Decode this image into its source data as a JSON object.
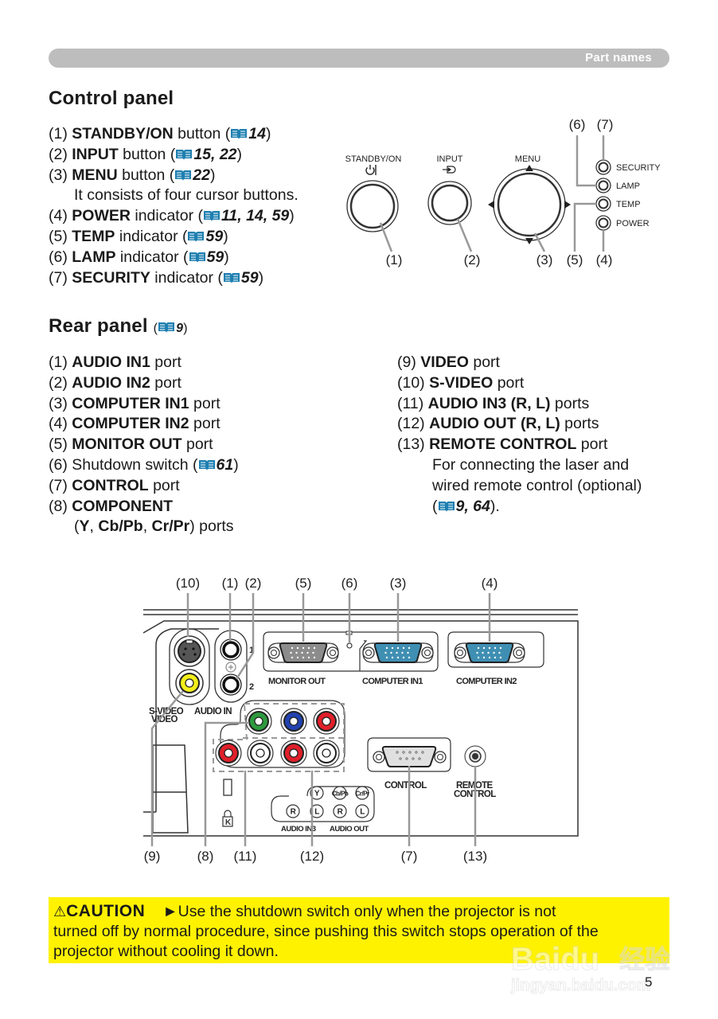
{
  "header": {
    "section_label": "Part names"
  },
  "control_panel": {
    "title": "Control panel",
    "items": [
      {
        "num": "(1)",
        "name": "STANDBY/ON",
        "suffix": " button (",
        "pages": "14",
        "close": ")"
      },
      {
        "num": "(2)",
        "name": "INPUT",
        "suffix": " button (",
        "pages": "15, 22",
        "close": ")"
      },
      {
        "num": "(3)",
        "name": "MENU",
        "suffix": " button (",
        "pages": "22",
        "close": ")"
      },
      {
        "num": "(4)",
        "name": "POWER",
        "suffix": " indicator (",
        "pages": "11, 14, 59",
        "close": ")"
      },
      {
        "num": "(5)",
        "name": "TEMP",
        "suffix": " indicator (",
        "pages": "59",
        "close": ")"
      },
      {
        "num": "(6)",
        "name": "LAMP",
        "suffix": " indicator (",
        "pages": "59",
        "close": ")"
      },
      {
        "num": "(7)",
        "name": "SECURITY",
        "suffix": " indicator (",
        "pages": "59",
        "close": ")"
      }
    ],
    "menu_note": "It consists of four cursor buttons.",
    "diagram": {
      "labels": {
        "standby": "STANDBY/ON",
        "input": "INPUT",
        "menu": "MENU",
        "security": "SECURITY",
        "lamp": "LAMP",
        "temp": "TEMP",
        "power": "POWER"
      },
      "callouts": [
        "(1)",
        "(2)",
        "(3)",
        "(4)",
        "(5)",
        "(6)",
        "(7)"
      ]
    }
  },
  "rear_panel": {
    "title": "Rear panel",
    "title_ref_pages": "9",
    "items_left": [
      {
        "num": "(1)",
        "name": "AUDIO IN1",
        "suffix": " port"
      },
      {
        "num": "(2)",
        "name": "AUDIO IN2",
        "suffix": " port"
      },
      {
        "num": "(3)",
        "name": "COMPUTER IN1",
        "suffix": " port"
      },
      {
        "num": "(4)",
        "name": "COMPUTER IN2",
        "suffix": " port"
      },
      {
        "num": "(5)",
        "name": "MONITOR OUT",
        "suffix": " port"
      },
      {
        "num": "(6)",
        "name": "",
        "suffix": "Shutdown switch (",
        "pages": "61",
        "close": ")"
      },
      {
        "num": "(7)",
        "name": "CONTROL",
        "suffix": " port"
      },
      {
        "num": "(8)",
        "name": "COMPONENT",
        "suffix": ""
      }
    ],
    "component_note": {
      "open": "(",
      "y": "Y",
      "sep1": ", ",
      "cb": "Cb/Pb",
      "sep2": ", ",
      "cr": "Cr/Pr",
      "close": ") ports"
    },
    "items_right": [
      {
        "num": "(9)",
        "name": "VIDEO",
        "suffix": " port"
      },
      {
        "num": "(10)",
        "name": "S-VIDEO",
        "suffix": " port"
      },
      {
        "num": "(11)",
        "name": "AUDIO IN3 (R, L)",
        "suffix": " ports"
      },
      {
        "num": "(12)",
        "name": "AUDIO OUT (R, L)",
        "suffix": " ports"
      },
      {
        "num": "(13)",
        "name": "REMOTE CONTROL",
        "suffix": " port"
      }
    ],
    "remote_note_1": "For connecting the laser and",
    "remote_note_2": "wired remote control (optional)",
    "remote_note_ref": {
      "open": "(",
      "pages": "9, 64",
      "close": ")."
    },
    "diagram": {
      "callouts_top": [
        "(10)",
        "(1)",
        "(2)",
        "(5)",
        "(6)",
        "(3)",
        "(4)"
      ],
      "callouts_bottom": [
        "(9)",
        "(8)",
        "(11)",
        "(12)",
        "(7)",
        "(13)"
      ],
      "labels": {
        "monitor_out": "MONITOR OUT",
        "computer_in1": "COMPUTER IN1",
        "computer_in2": "COMPUTER IN2",
        "svideo": "S-VIDEO",
        "video": "VIDEO",
        "audio_in": "AUDIO IN",
        "audio_in_1": "1",
        "audio_in_2": "2",
        "control": "CONTROL",
        "remote_1": "REMOTE",
        "remote_2": "CONTROL",
        "y": "Y",
        "cb": "Cb/Pb",
        "cr": "Cr/Pr",
        "r": "R",
        "l": "L",
        "audio_in3": "AUDIO IN3",
        "audio_out": "AUDIO OUT"
      },
      "colors": {
        "component_y": "#2e9a3e",
        "component_cb": "#2242b0",
        "component_cr": "#e0202a",
        "audio_red": "#e0202a",
        "video_yellow": "#f2ee1a",
        "vga_blue": "#3f8fb3",
        "vga_gray": "#8c8c8c"
      }
    }
  },
  "caution": {
    "icon": "warning-triangle-icon",
    "title": "CAUTION",
    "arrow": "►",
    "line1": "Use the shutdown switch only when the projector is not",
    "line2": "turned off by normal procedure, since pushing this switch stops operation of the",
    "line3": "projector without cooling it down."
  },
  "page_number": "5",
  "watermark": {
    "brand": "Baidu",
    "cn": "经验",
    "url": "jingyan.baidu.com"
  },
  "colors": {
    "header_gray": "#bdbdbd",
    "caution_yellow": "#fff200",
    "book_icon_blue": "#1e7fb0"
  }
}
